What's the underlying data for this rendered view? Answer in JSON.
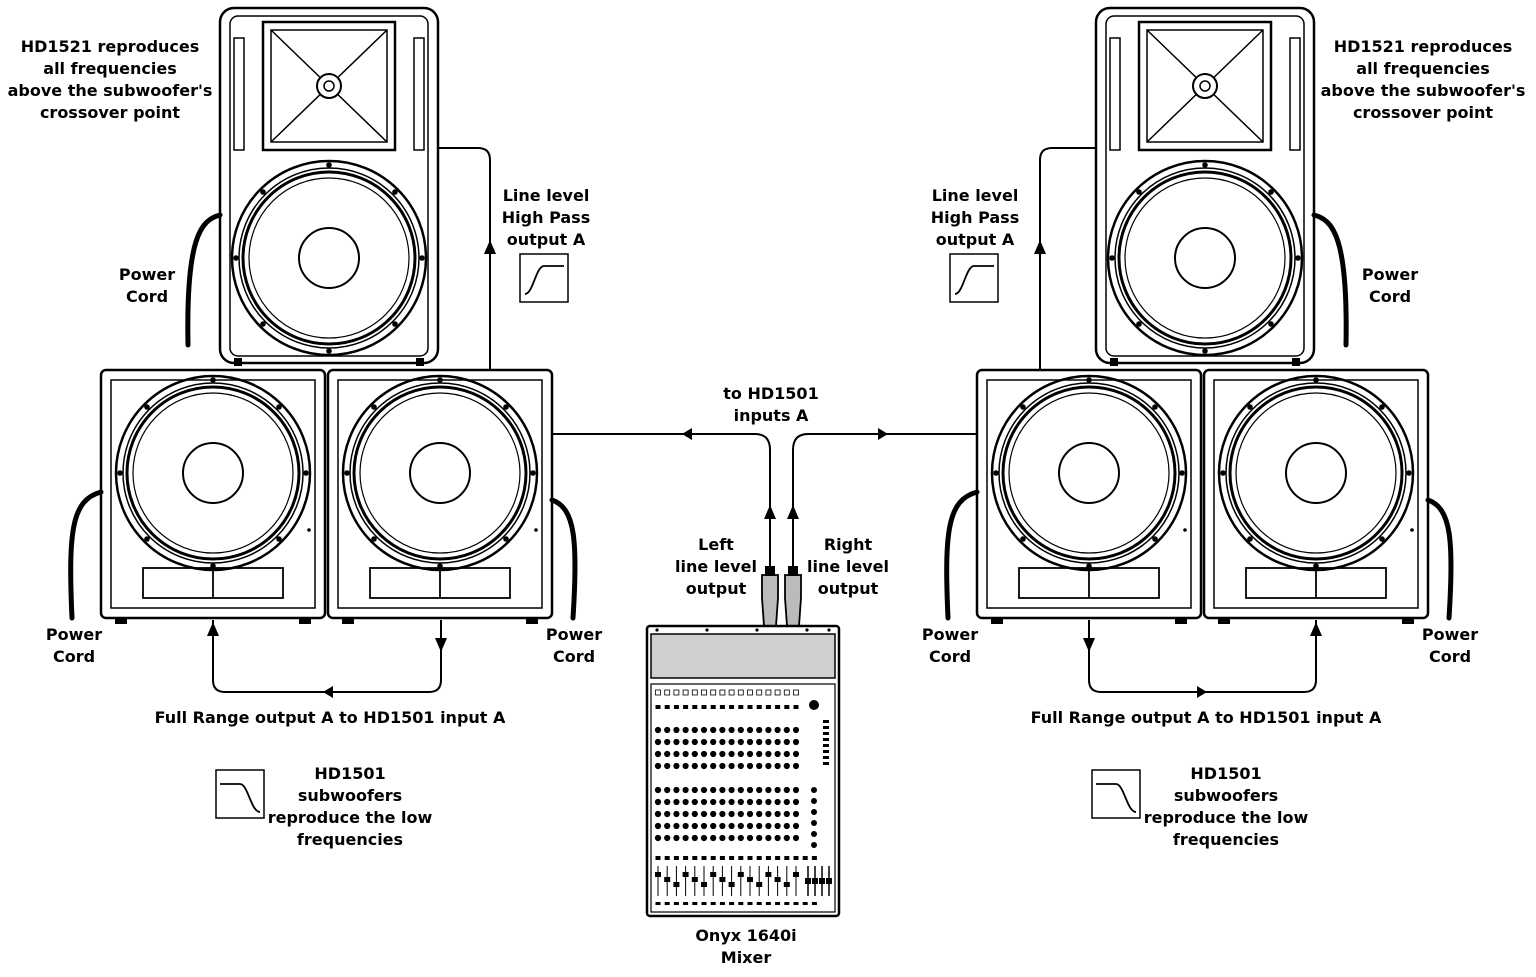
{
  "left": {
    "top_label": "HD1521 reproduces\nall frequencies\nabove the subwoofer's\ncrossover point",
    "high_pass": "Line level\nHigh Pass\noutput A",
    "power_top": "Power\nCord",
    "power_left": "Power\nCord",
    "power_right": "Power\nCord",
    "full_range": "Full Range output A to HD1501 input A",
    "sub_label": "HD1501 subwoofers\nreproduce the low\nfrequencies"
  },
  "right": {
    "top_label": "HD1521 reproduces\nall frequencies\nabove the subwoofer's\ncrossover point",
    "high_pass": "Line level\nHigh Pass\noutput A",
    "power_top": "Power\nCord",
    "power_left": "Power\nCord",
    "power_right": "Power\nCord",
    "full_range": "Full Range output A to HD1501 input A",
    "sub_label": "HD1501 subwoofers\nreproduce the low\nfrequencies"
  },
  "center": {
    "to_inputs": "to HD1501\ninputs A",
    "left_out": "Left\nline level\noutput",
    "right_out": "Right\nline level\noutput",
    "mixer": "Onyx 1640i\nMixer"
  }
}
